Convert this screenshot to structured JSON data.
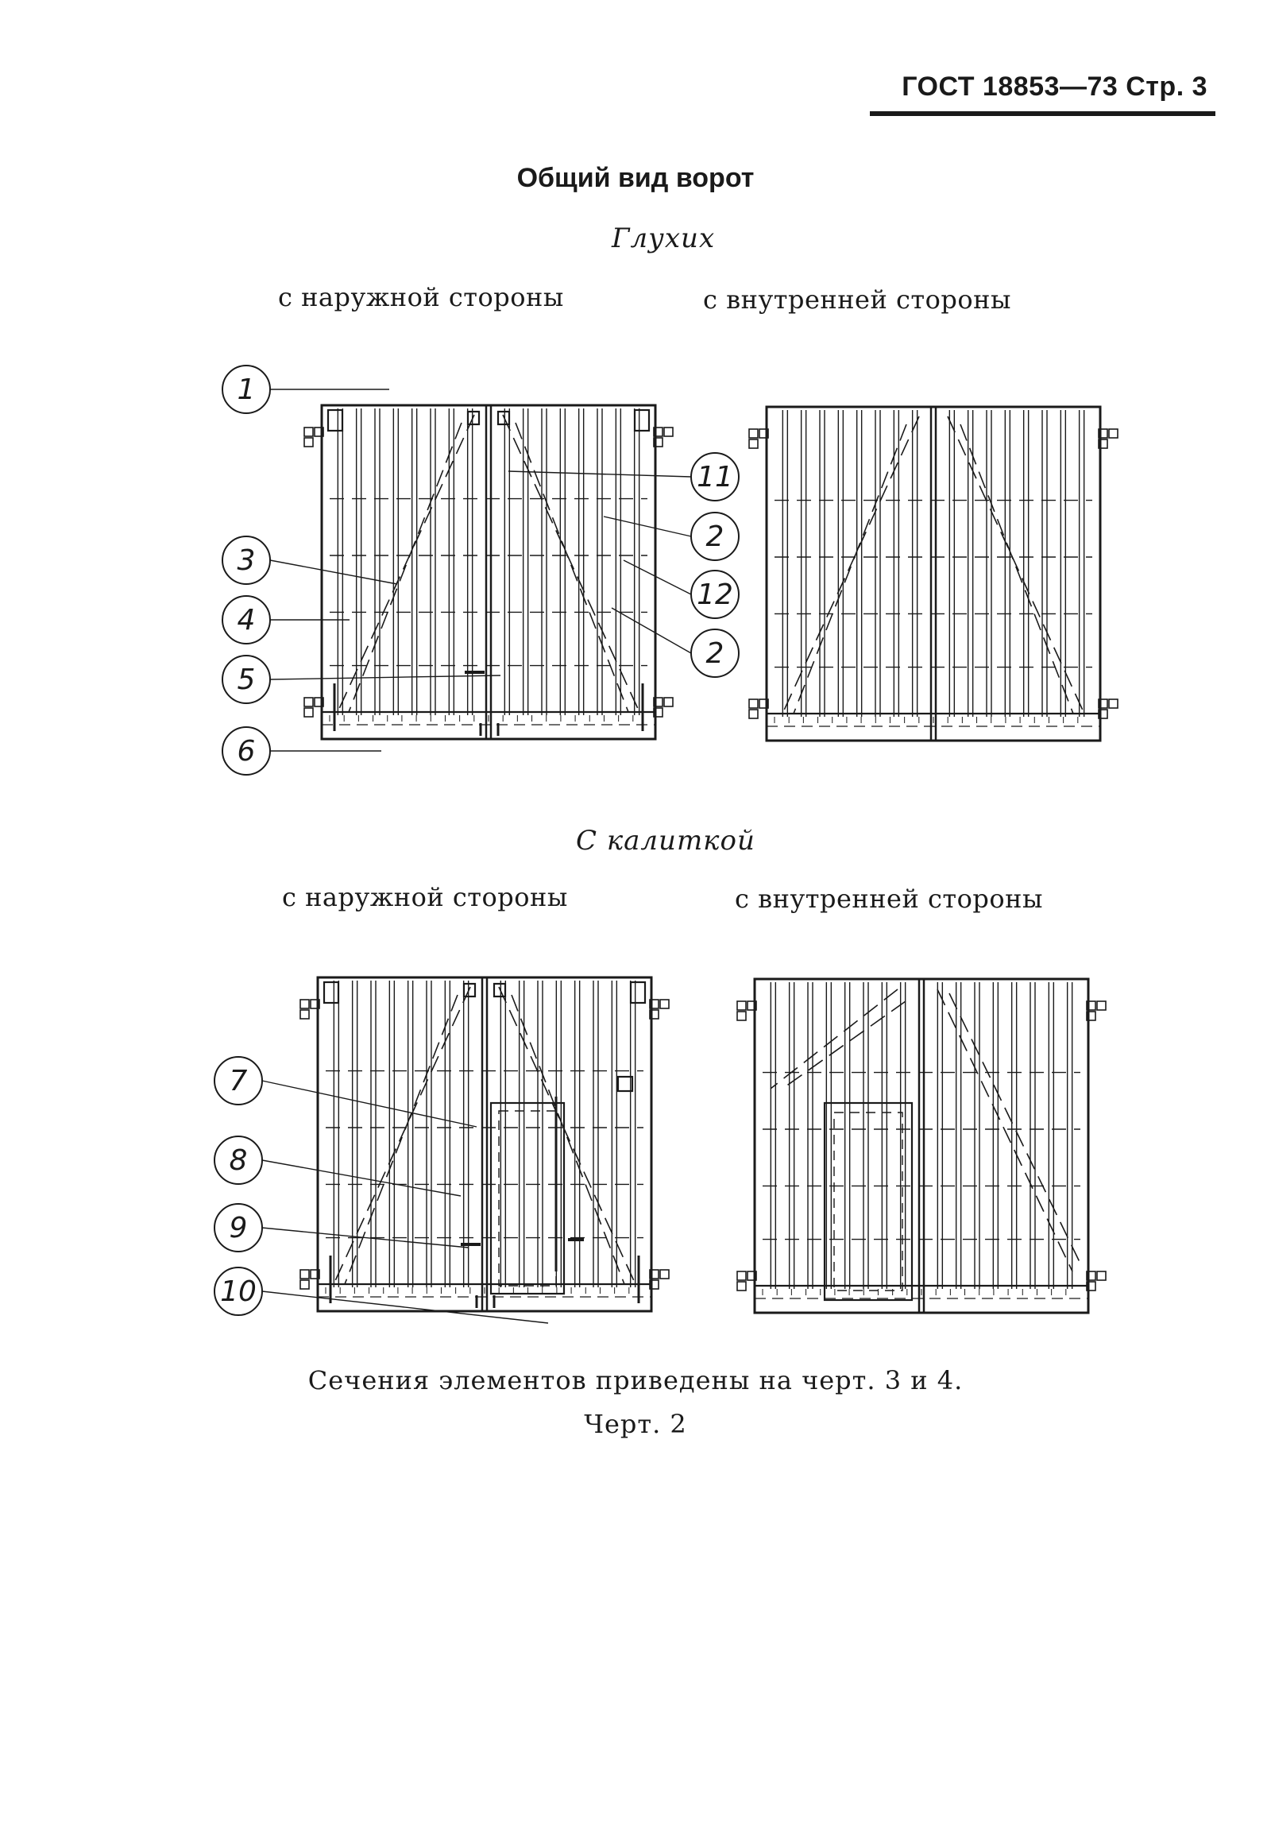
{
  "header": {
    "text": "ГОСТ 18853—73 Стр. 3"
  },
  "title": "Общий вид ворот",
  "section1": {
    "title": "Глухих",
    "outer_label": "с наружной стороны",
    "inner_label": "с внутренней стороны",
    "callouts": [
      "1",
      "3",
      "4",
      "5",
      "6",
      "11",
      "2",
      "12",
      "2"
    ]
  },
  "section2": {
    "title": "С калиткой",
    "outer_label": "с наружной стороны",
    "inner_label": "с внутренней стороны",
    "callouts": [
      "7",
      "8",
      "9",
      "10"
    ]
  },
  "note": "Сечения элементов приведены на черт. 3 и 4.",
  "figure_caption": "Черт. 2"
}
